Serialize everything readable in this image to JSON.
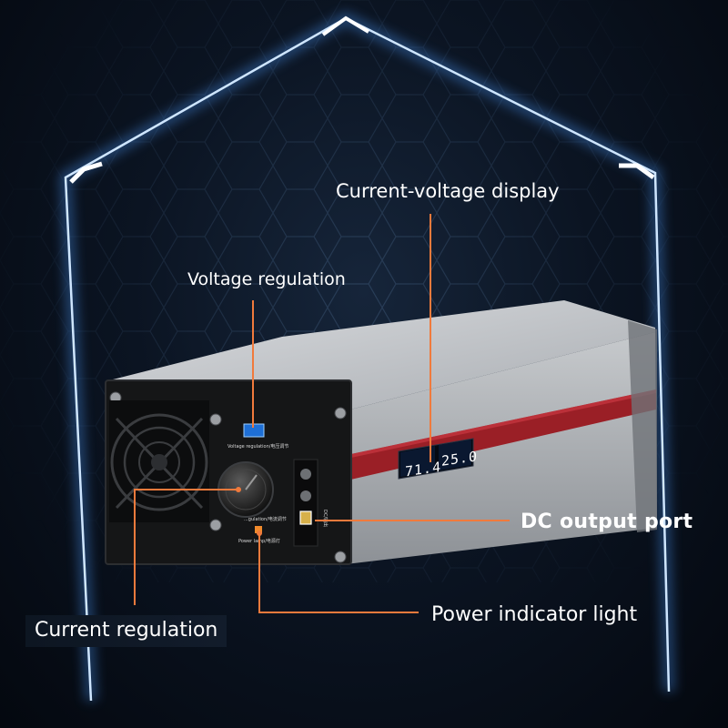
{
  "callouts": {
    "voltage_regulation": "Voltage regulation",
    "current_voltage_display": "Current-voltage display",
    "dc_output_port": "DC output port",
    "power_indicator_light": "Power indicator light",
    "current_regulation": "Current regulation"
  },
  "display": {
    "voltage_reading": "71.4",
    "current_reading": "25.0"
  },
  "panel_labels": {
    "voltage": "Voltage regulation/电压调节",
    "current": "...gulation/电流调节",
    "power": "Power lamp/电源灯",
    "dc": "DC/输出"
  },
  "colors": {
    "callout_line": "#f07a3c",
    "glow": "#6fb6ff",
    "stripe": "#9a1f26",
    "casing": "#b9bcc1"
  }
}
